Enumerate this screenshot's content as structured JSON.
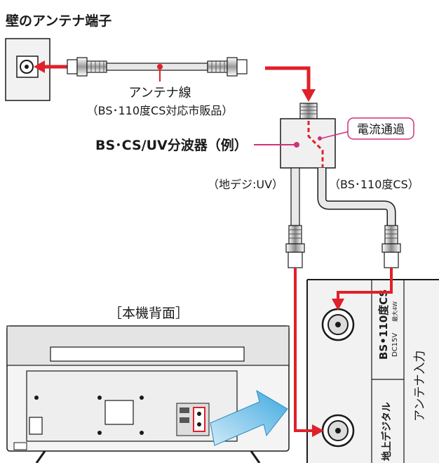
{
  "labels": {
    "wall_outlet": "壁のアンテナ端子",
    "cable": "アンテナ線",
    "cable_note": "（BS･110度CS対応市販品）",
    "splitter": "BS･CS/UV分波器（例）",
    "current_flow": "電流通過",
    "terrestrial_branch": "（地デジ:UV）",
    "bs_branch": "（BS･110度CS）",
    "tv_back": "［本機背面］",
    "bs_terminal": "BS•110度CS",
    "bs_power": "DC15V",
    "bs_power_max": "最大4W",
    "antenna_input": "アンテナ入力",
    "terrestrial_terminal": "地上デジタル"
  },
  "colors": {
    "arrow_red": "#e0202a",
    "callout_pink": "#d1307a",
    "guide_blue": "#5fb8e6",
    "panel_bg": "#f2f2f2",
    "line_dark": "#1a1a1a"
  }
}
